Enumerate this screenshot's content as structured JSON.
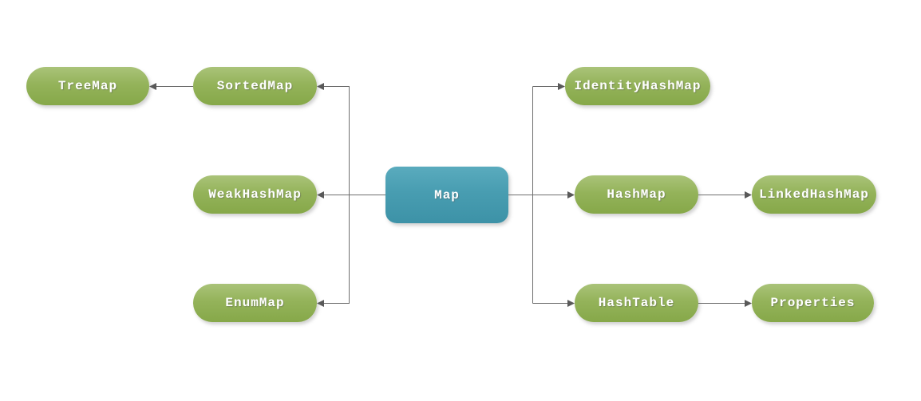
{
  "diagram": {
    "background_color": "#ffffff",
    "nodes": {
      "treemap": {
        "label": "TreeMap",
        "shape": "pill",
        "color": "#8fb052"
      },
      "sortedmap": {
        "label": "SortedMap",
        "shape": "pill",
        "color": "#8fb052"
      },
      "weakhashmap": {
        "label": "WeakHashMap",
        "shape": "pill",
        "color": "#8fb052"
      },
      "enummap": {
        "label": "EnumMap",
        "shape": "pill",
        "color": "#8fb052"
      },
      "map": {
        "label": "Map",
        "shape": "rounded-rect",
        "color": "#489db1"
      },
      "identityhashmap": {
        "label": "IdentityHashMap",
        "shape": "pill",
        "color": "#8fb052"
      },
      "hashmap": {
        "label": "HashMap",
        "shape": "pill",
        "color": "#8fb052"
      },
      "linkedhashmap": {
        "label": "LinkedHashMap",
        "shape": "pill",
        "color": "#8fb052"
      },
      "hashtable": {
        "label": "HashTable",
        "shape": "pill",
        "color": "#8fb052"
      },
      "properties": {
        "label": "Properties",
        "shape": "pill",
        "color": "#8fb052"
      }
    },
    "edges": [
      {
        "from": "SortedMap",
        "to": "TreeMap"
      },
      {
        "from": "Map",
        "to": "SortedMap"
      },
      {
        "from": "Map",
        "to": "WeakHashMap"
      },
      {
        "from": "Map",
        "to": "EnumMap"
      },
      {
        "from": "Map",
        "to": "IdentityHashMap"
      },
      {
        "from": "Map",
        "to": "HashMap"
      },
      {
        "from": "Map",
        "to": "HashTable"
      },
      {
        "from": "HashMap",
        "to": "LinkedHashMap"
      },
      {
        "from": "HashTable",
        "to": "Properties"
      }
    ],
    "colors": {
      "node_green": "#8fb052",
      "node_green_light": "#aac379",
      "node_blue": "#489db1",
      "node_blue_light": "#5aabbe",
      "connector": "#6e6e6e",
      "arrowhead": "#595959",
      "label_text": "#ffffff"
    }
  }
}
